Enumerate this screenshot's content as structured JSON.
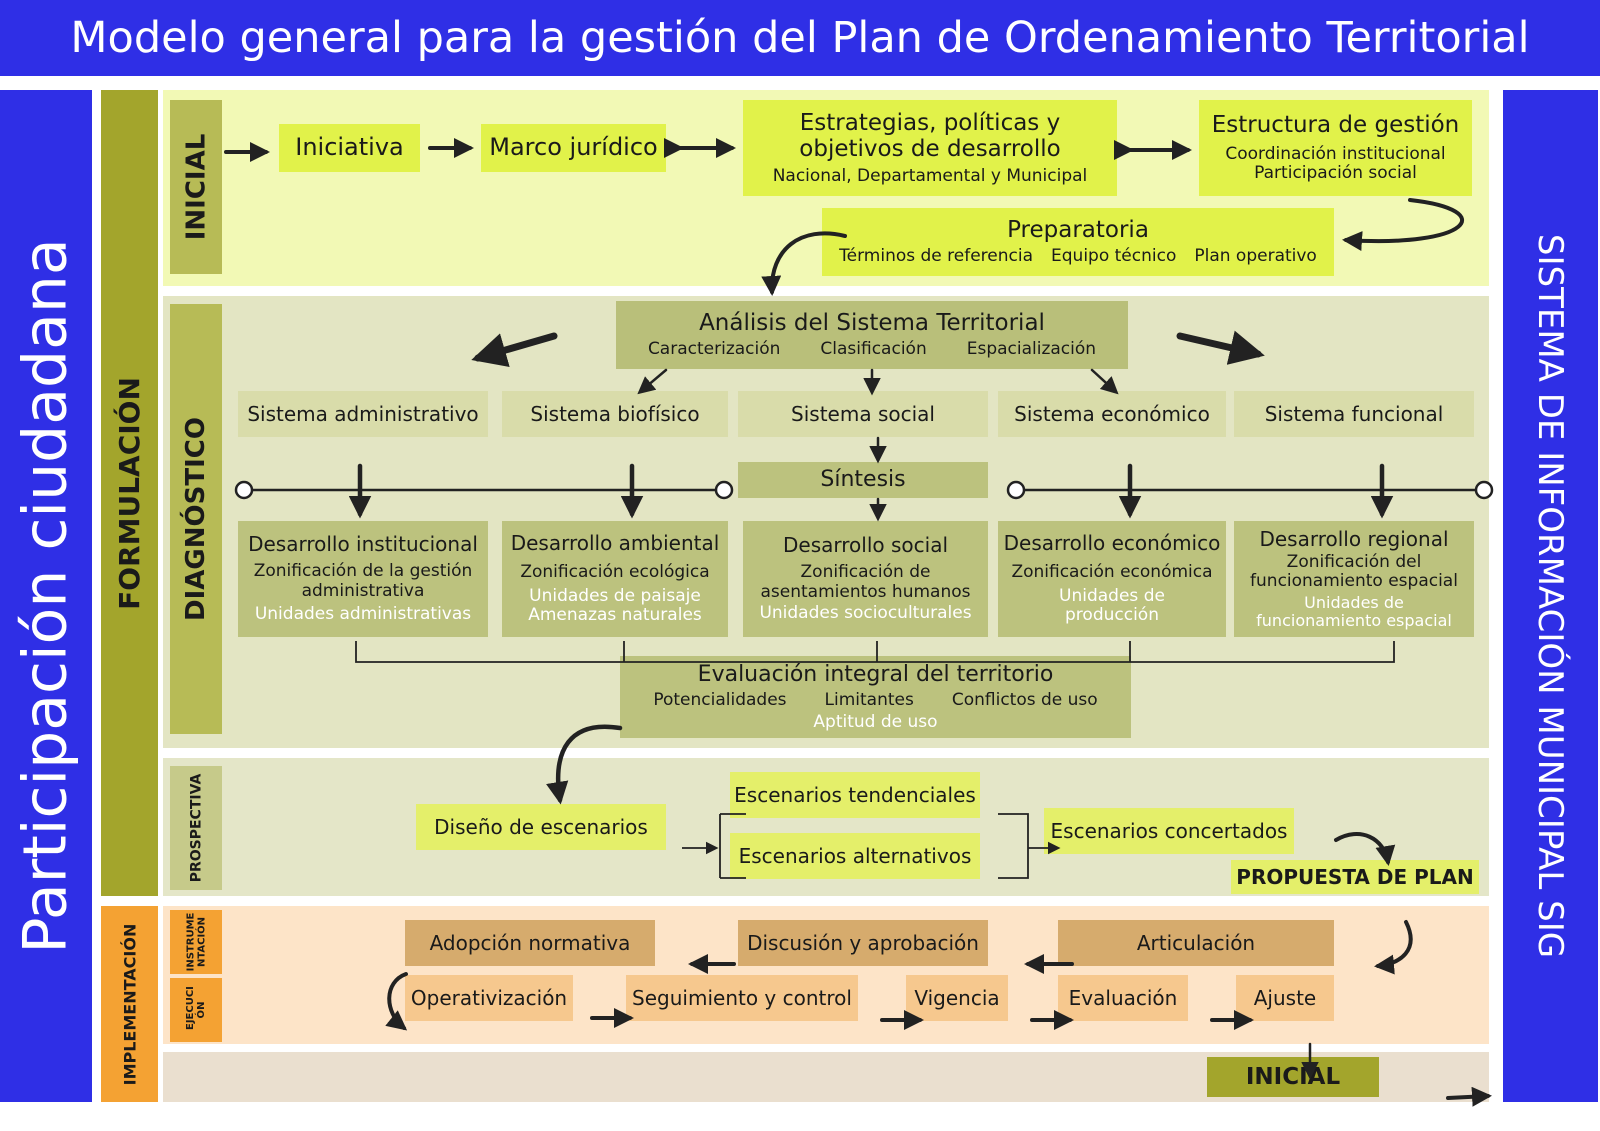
{
  "title": "Modelo general para la gestión del Plan de Ordenamiento Territorial",
  "left_banner": "Participación ciudadana",
  "right_banner": "SISTEMA DE INFORMACIÓN MUNICIPAL SIG",
  "phases": {
    "formulacion": "FORMULACIÓN",
    "implementacion": "IMPLEMENTACIÓN",
    "inicial": "INICIAL",
    "diagnostico": "DIAGNÓSTICO",
    "prospectiva": "PROSPECTIVA",
    "instrumentacion": "INSTRUME NTACIÓN",
    "ejecucion": "EJECUCI ÓN"
  },
  "inicial": {
    "iniciativa": "Iniciativa",
    "marco": "Marco jurídico",
    "estrategias_title": "Estrategias, políticas y objetivos de desarrollo",
    "estrategias_sub": "Nacional, Departamental y Municipal",
    "estructura_title": "Estructura de gestión",
    "estructura_sub1": "Coordinación institucional",
    "estructura_sub2": "Participación social",
    "preparatoria_title": "Preparatoria",
    "prep_items": [
      "Términos de referencia",
      "Equipo técnico",
      "Plan operativo"
    ]
  },
  "diagnostico": {
    "analisis_title": "Análisis del Sistema Territorial",
    "analisis_items": [
      "Caracterización",
      "Clasificación",
      "Espacialización"
    ],
    "sistemas": [
      "Sistema administrativo",
      "Sistema biofísico",
      "Sistema social",
      "Sistema económico",
      "Sistema funcional"
    ],
    "sintesis": "Síntesis",
    "desarrollos": [
      {
        "title": "Desarrollo institucional",
        "l1": "Zonificación de la gestión administrativa",
        "l2": "Unidades administrativas"
      },
      {
        "title": "Desarrollo ambiental",
        "l1": "Zonificación ecológica",
        "l2": "Unidades de paisaje Amenazas naturales"
      },
      {
        "title": "Desarrollo social",
        "l1": "Zonificación de asentamientos humanos",
        "l2": "Unidades socioculturales"
      },
      {
        "title": "Desarrollo económico",
        "l1": "Zonificación económica",
        "l2": "Unidades de producción"
      },
      {
        "title": "Desarrollo regional",
        "l1": "Zonificación del funcionamiento espacial",
        "l2": "Unidades de funcionamiento espacial"
      }
    ],
    "evaluacion_title": "Evaluación integral del territorio",
    "evaluacion_items": [
      "Potencialidades",
      "Limitantes",
      "Conflictos de uso"
    ],
    "evaluacion_white": "Aptitud de uso"
  },
  "prospectiva": {
    "diseno": "Diseño de escenarios",
    "tendenciales": "Escenarios tendenciales",
    "alternativos": "Escenarios alternativos",
    "concertados": "Escenarios concertados",
    "propuesta": "PROPUESTA DE PLAN"
  },
  "implementacion": {
    "adopcion": "Adopción normativa",
    "discusion": "Discusión y aprobación",
    "articulacion": "Articulación",
    "operativizacion": "Operativización",
    "seguimiento": "Seguimiento y control",
    "vigencia": "Vigencia",
    "evaluacion": "Evaluación",
    "ajuste": "Ajuste",
    "inicial": "INICIAL"
  },
  "colors": {
    "blue": "#2f2fe6",
    "olive": "#a3a52c",
    "orange": "#f4a233",
    "lime": "#e1f24a"
  }
}
